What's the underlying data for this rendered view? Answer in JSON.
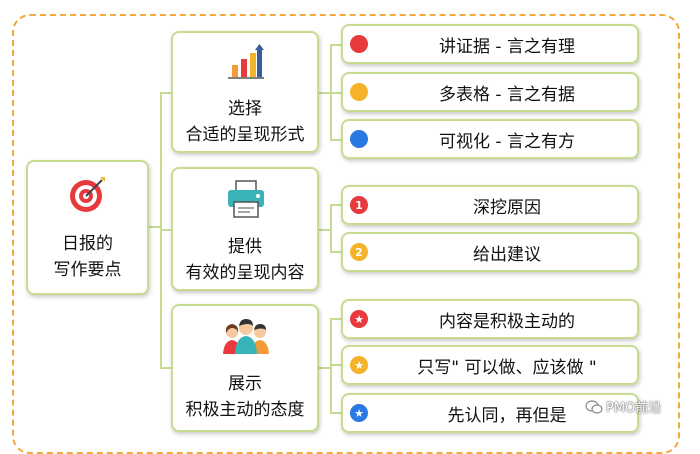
{
  "root": {
    "line1": "日报的",
    "line2": "写作要点",
    "icon": "target-dart-icon"
  },
  "branches": [
    {
      "line1": "选择",
      "line2": "合适的呈现形式",
      "icon": "bar-chart-icon",
      "items": [
        {
          "label": "讲证据 - 言之有理",
          "bullet": "red-dot",
          "color": "#e8393d"
        },
        {
          "label": "多表格 - 言之有据",
          "bullet": "orange-dot",
          "color": "#f4b32a"
        },
        {
          "label": "可视化 - 言之有方",
          "bullet": "blue-dot",
          "color": "#2a78e4"
        }
      ]
    },
    {
      "line1": "提供",
      "line2": "有效的呈现内容",
      "icon": "printer-icon",
      "items": [
        {
          "label": "深挖原因",
          "bullet": "number-1",
          "mark": "1",
          "color": "#e8393d"
        },
        {
          "label": "给出建议",
          "bullet": "number-2",
          "mark": "2",
          "color": "#f4b32a"
        }
      ]
    },
    {
      "line1": "展示",
      "line2": "积极主动的态度",
      "icon": "people-group-icon",
      "items": [
        {
          "label": "内容是积极主动的",
          "bullet": "star-red",
          "mark": "★",
          "color": "#e8393d"
        },
        {
          "label": "只写\" 可以做、应该做 \"",
          "bullet": "star-orange",
          "mark": "★",
          "color": "#f4b32a"
        },
        {
          "label": "先认同，再但是",
          "bullet": "star-blue",
          "mark": "★",
          "color": "#2a78e4"
        }
      ]
    }
  ],
  "watermark": {
    "text": "PMO前沿",
    "icon": "wechat-icon"
  },
  "colors": {
    "border": "#c7dc91",
    "frame": "#f2a83b"
  }
}
